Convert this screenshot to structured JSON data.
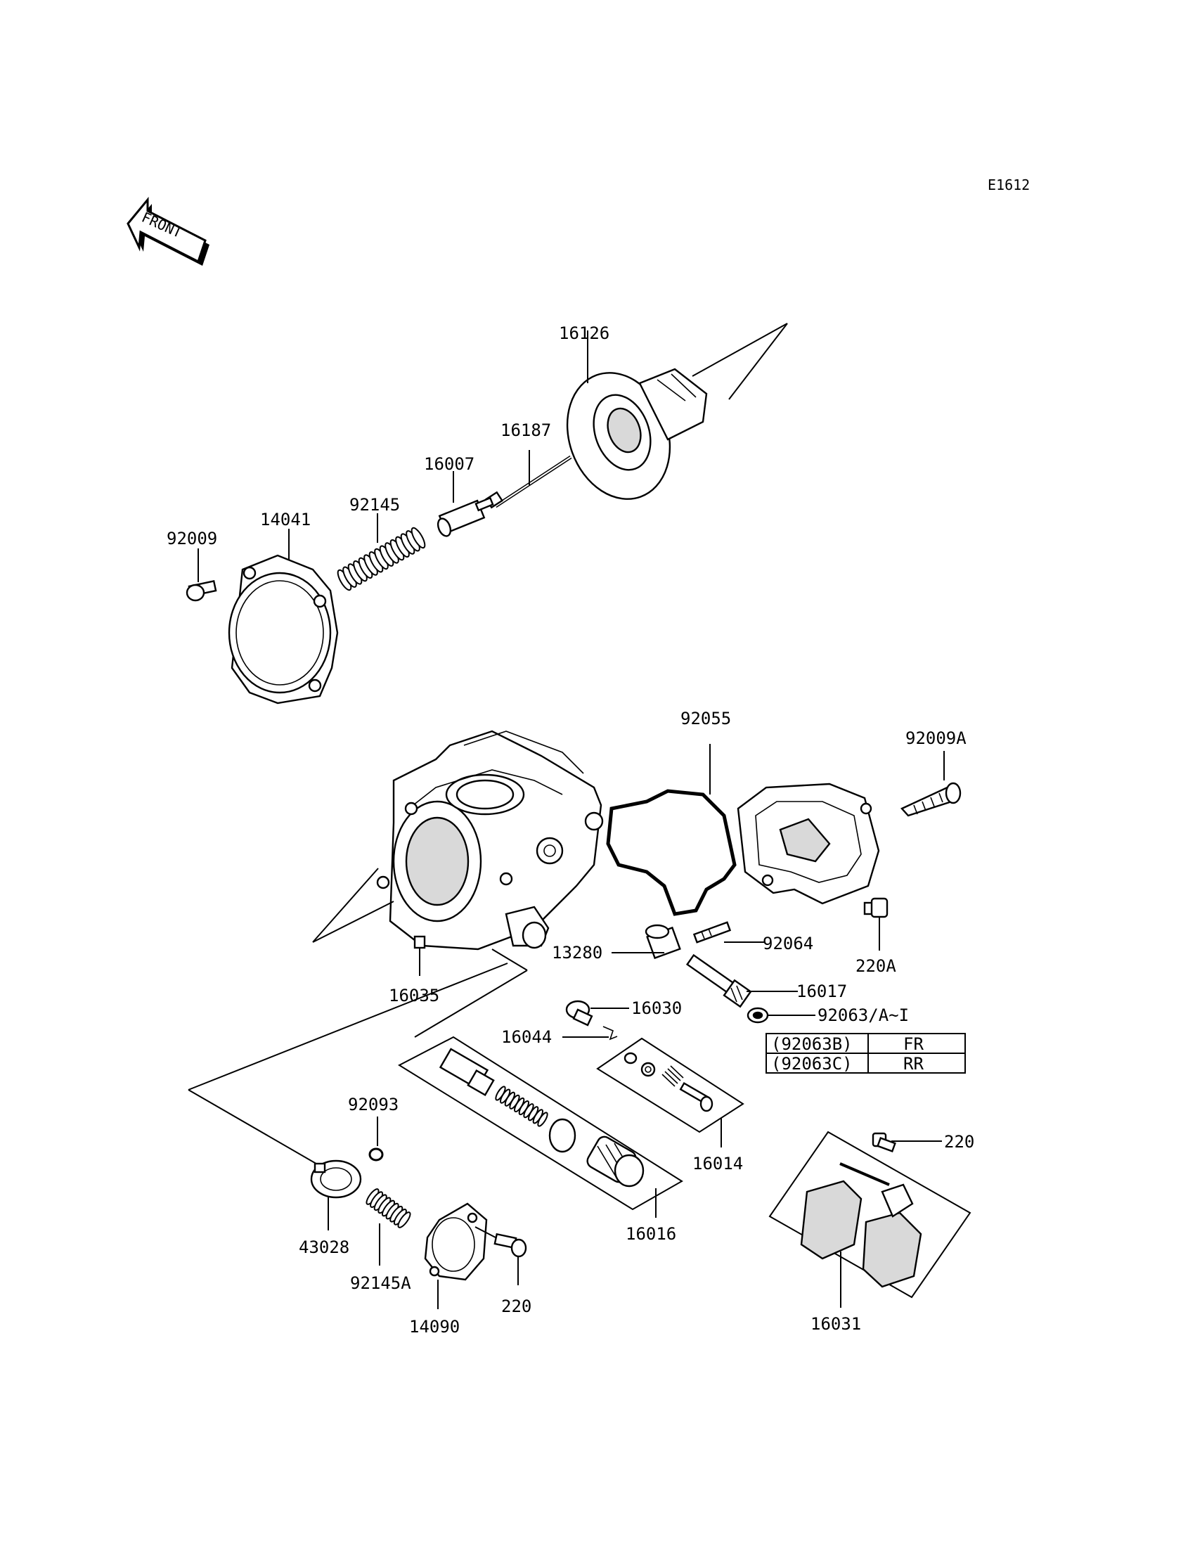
{
  "diagram_code": "E1612",
  "front_label": "FRONT",
  "parts": {
    "p16126": "16126",
    "p16187": "16187",
    "p16007": "16007",
    "p92145": "92145",
    "p14041": "14041",
    "p92009": "92009",
    "p92055": "92055",
    "p92009A": "92009A",
    "p13280": "13280",
    "p92064": "92064",
    "p220A": "220A",
    "p16017": "16017",
    "p16035": "16035",
    "p16030": "16030",
    "p92063": "92063/A~I",
    "p16044": "16044",
    "p92093": "92093",
    "p16014": "16014",
    "p220_right": "220",
    "p43028": "43028",
    "p16016": "16016",
    "p92145A": "92145A",
    "p220_bottom": "220",
    "p14090": "14090",
    "p16031": "16031"
  },
  "variant_table": [
    {
      "code": "(92063B)",
      "position": "FR"
    },
    {
      "code": "(92063C)",
      "position": "RR"
    }
  ]
}
